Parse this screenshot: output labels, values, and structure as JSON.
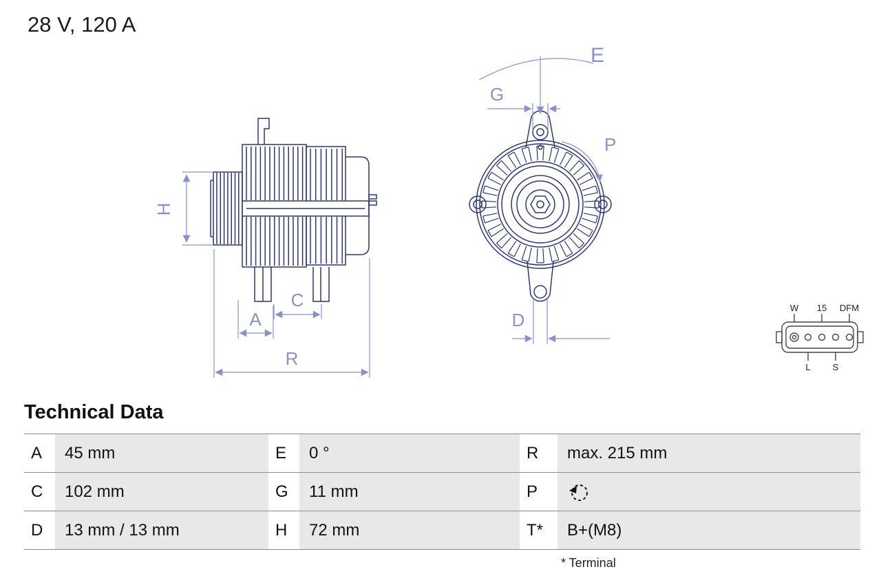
{
  "header": {
    "rating": "28 V, 120 A"
  },
  "diagram": {
    "dimension_labels": {
      "H": "H",
      "A": "A",
      "C": "C",
      "R": "R",
      "E": "E",
      "G": "G",
      "P": "P",
      "D": "D"
    },
    "connector_labels": {
      "w": "W",
      "t15": "15",
      "dfm": "DFM",
      "l": "L",
      "s": "S"
    }
  },
  "technical_data": {
    "title": "Technical Data",
    "rows": [
      [
        {
          "key": "A",
          "value": "45 mm"
        },
        {
          "key": "E",
          "value": "0 °"
        },
        {
          "key": "R",
          "value": "max. 215 mm"
        }
      ],
      [
        {
          "key": "C",
          "value": "102 mm"
        },
        {
          "key": "G",
          "value": "11 mm"
        },
        {
          "key": "P",
          "value": "",
          "icon": "rotation-ccw-icon"
        }
      ],
      [
        {
          "key": "D",
          "value": "13 mm / 13 mm"
        },
        {
          "key": "H",
          "value": "72 mm"
        },
        {
          "key": "T*",
          "value": "B+(M8)"
        }
      ]
    ],
    "footnote": "* Terminal"
  },
  "colors": {
    "drawing_line": "#2b3674",
    "dimension_line": "#8891c9",
    "connector_line": "#444444",
    "cell_background": "#e8e8e8",
    "table_line": "#8a8a8a"
  }
}
